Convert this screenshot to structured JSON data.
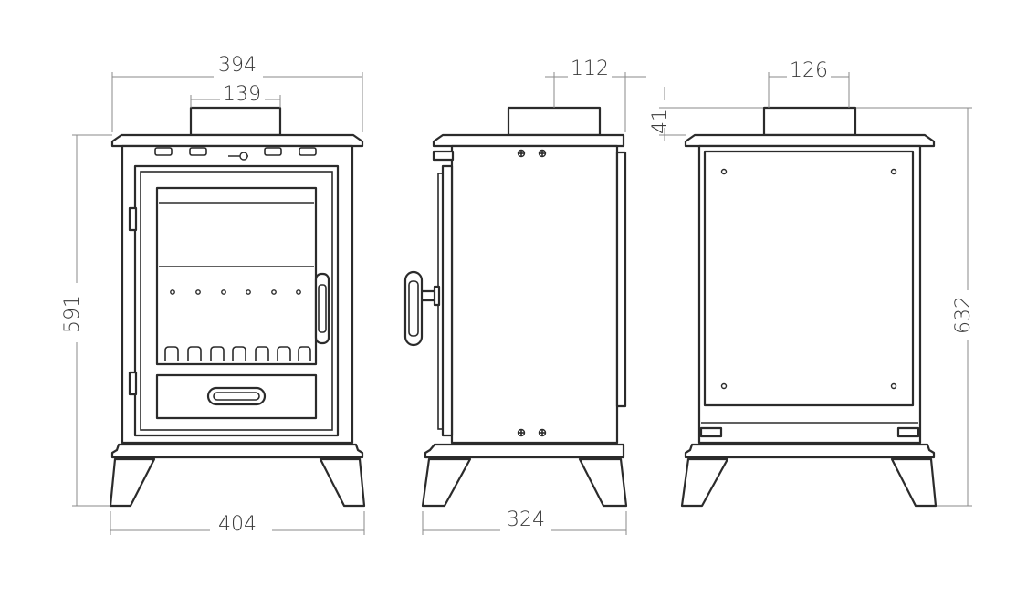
{
  "dimensions": {
    "front_top_width": "394",
    "front_flue_width": "139",
    "front_height": "591",
    "front_base_width": "404",
    "side_flue_offset": "112",
    "side_depth": "324",
    "rear_flue_width": "126",
    "rear_flue_height": "41",
    "rear_height": "632"
  },
  "colors": {
    "outline": "#2b2b2b",
    "dimension_line": "#8a8a8a",
    "dimension_text": "#3a3a3a"
  }
}
